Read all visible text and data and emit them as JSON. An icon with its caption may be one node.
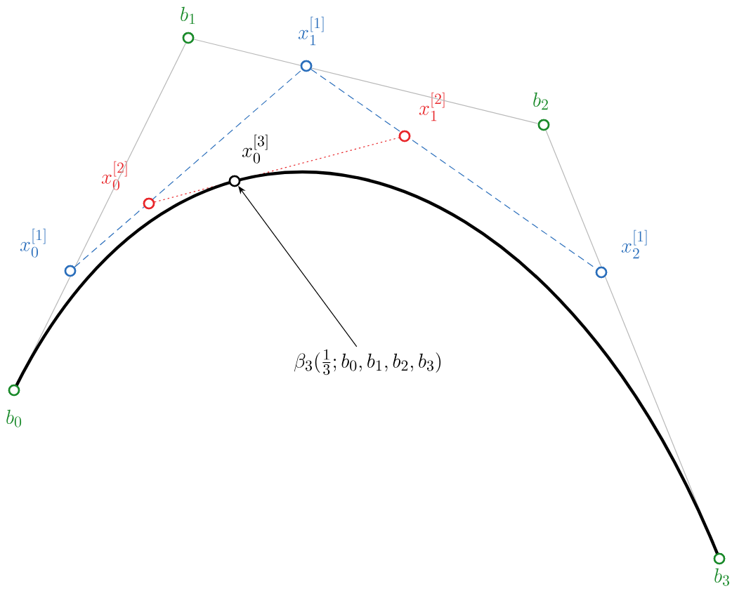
{
  "diagram": {
    "nodes": [
      {
        "text": [],
        "shape": "circle",
        "beside": [
          "b_0"
        ]
      },
      {
        "text": [],
        "shape": "circle",
        "beside": [
          "b_1"
        ]
      },
      {
        "text": [],
        "shape": "circle",
        "beside": [
          "b_2"
        ]
      },
      {
        "text": [],
        "shape": "circle",
        "beside": [
          "b_3"
        ]
      },
      {
        "text": [],
        "shape": "circle",
        "beside": [
          "x_0^{[1]}"
        ]
      },
      {
        "text": [],
        "shape": "circle",
        "beside": [
          "x_1^{[1]}"
        ]
      },
      {
        "text": [],
        "shape": "circle",
        "beside": [
          "x_2^{[1]}"
        ]
      },
      {
        "text": [],
        "shape": "circle",
        "beside": [
          "x_0^{[2]}"
        ]
      },
      {
        "text": [],
        "shape": "circle",
        "beside": [
          "x_1^{[2]}"
        ]
      },
      {
        "text": [],
        "shape": "circle",
        "beside": [
          "x_0^{[3]}"
        ]
      },
      {
        "text": [
          "\\beta_3(\\tfrac{1}{3}; b_0, b_1, b_2, b_3)"
        ]
      }
    ],
    "edges": [
      {
        "from": 0,
        "to": 1,
        "arrow": "none"
      },
      {
        "from": 1,
        "to": 2,
        "arrow": "none"
      },
      {
        "from": 2,
        "to": 3,
        "arrow": "none"
      },
      {
        "from": 4,
        "to": 5,
        "arrow": "none",
        "style": "dashed",
        "color": "#2a6ebb"
      },
      {
        "from": 5,
        "to": 6,
        "arrow": "none",
        "style": "dashed",
        "color": "#2a6ebb"
      },
      {
        "from": 7,
        "to": 8,
        "arrow": "none",
        "style": "dashed",
        "color": "#e8262a"
      },
      {
        "from": 0,
        "to": 3,
        "arrow": "none",
        "style": "thick",
        "color": "#000000"
      },
      {
        "from": 10,
        "to": 9,
        "arrow": "to",
        "color": "#000000"
      }
    ]
  }
}
